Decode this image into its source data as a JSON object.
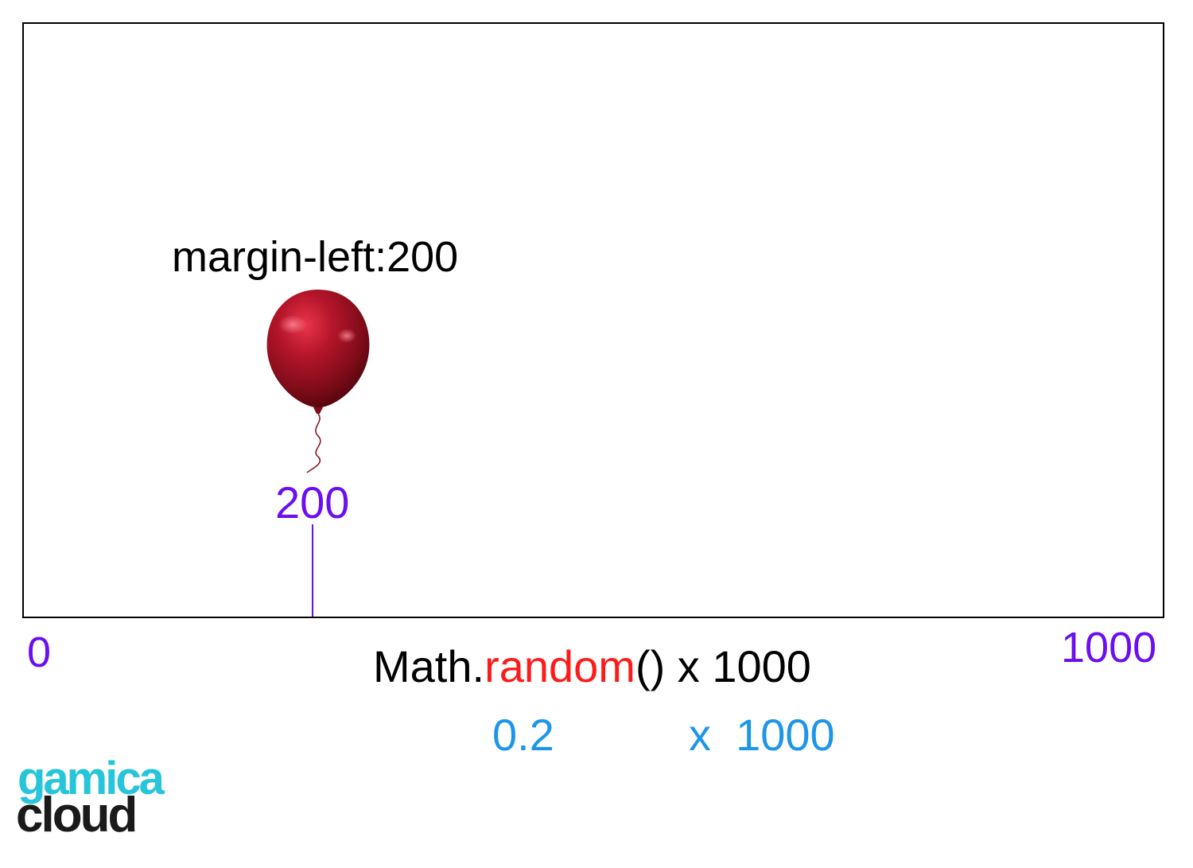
{
  "diagram": {
    "margin_label": "margin-left:200",
    "marker_value": "200",
    "axis": {
      "min_label": "0",
      "max_label": "1000"
    },
    "formula": {
      "prefix": "Math.",
      "function_name": "random",
      "suffix": "() x 1000"
    },
    "example": {
      "random_value": "0.2",
      "multiplier": "x  1000"
    },
    "balloon": {
      "icon": "red-balloon-icon",
      "color": "#9b0f1e"
    }
  },
  "logo": {
    "line1": "gamica",
    "line2": "cloud"
  },
  "colors": {
    "marker": "#6a0ff0",
    "function_highlight": "#ff1a1a",
    "example": "#1e96e8",
    "logo_accent": "#27c5d9"
  }
}
